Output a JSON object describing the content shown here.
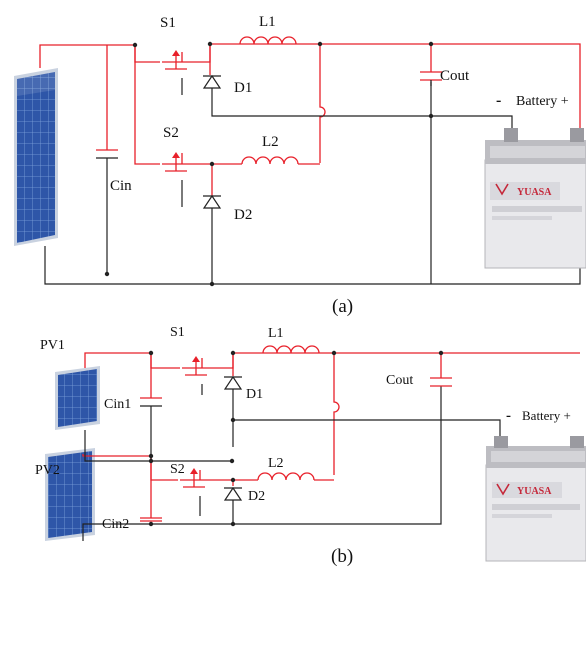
{
  "colors": {
    "wire_red": "#e8202a",
    "wire_black": "#222222",
    "panel_blue": "#2e56a8",
    "panel_grid": "#7fa3dc",
    "panel_frame": "#c9d2e0",
    "battery_body": "#e9e9ec",
    "battery_lid": "#bdbdc2",
    "battery_label_red": "#c5283a"
  },
  "icons": [
    "solar-panel-icon",
    "battery-icon"
  ],
  "figure_a": {
    "caption": "(a)",
    "switch_1": "S1",
    "switch_2": "S2",
    "inductor_1": "L1",
    "inductor_2": "L2",
    "diode_1": "D1",
    "diode_2": "D2",
    "input_capacitor": "Cin",
    "output_capacitor": "Cout",
    "battery_minus": "-",
    "battery_label": "Battery +",
    "battery_brand": "YUASA"
  },
  "figure_b": {
    "caption": "(b)",
    "pv_1": "PV1",
    "pv_2": "PV2",
    "switch_1": "S1",
    "switch_2": "S2",
    "inductor_1": "L1",
    "inductor_2": "L2",
    "diode_1": "D1",
    "diode_2": "D2",
    "input_capacitor_1": "Cin1",
    "input_capacitor_2": "Cin2",
    "output_capacitor": "Cout",
    "battery_minus": "-",
    "battery_label": "Battery +",
    "battery_brand": "YUASA"
  }
}
